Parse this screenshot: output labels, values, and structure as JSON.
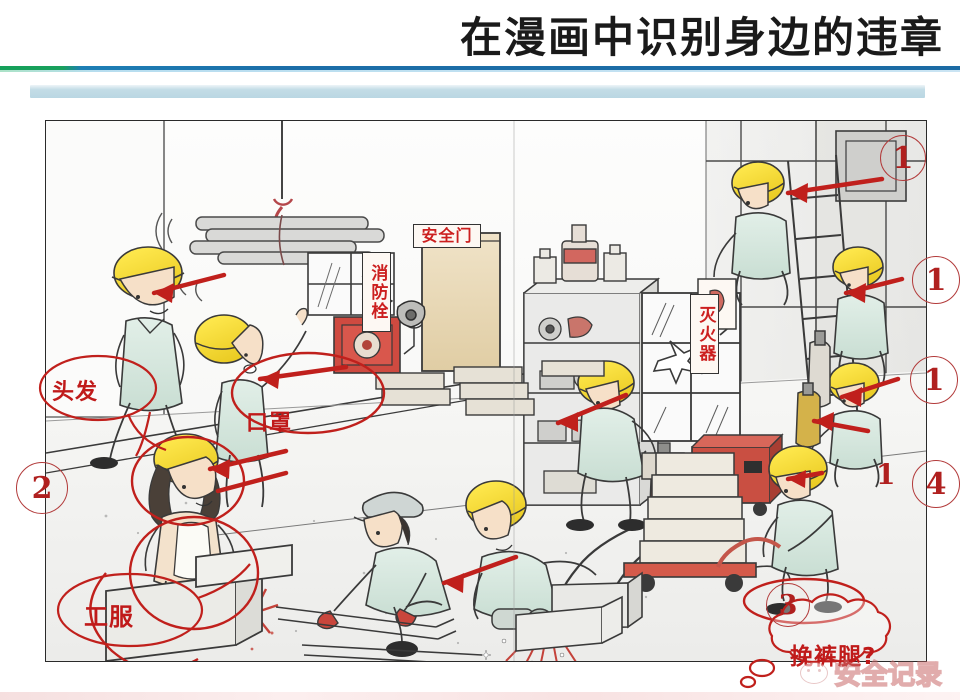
{
  "slide": {
    "title": "在漫画中识别身边的违章",
    "accent_green": "#15a05a",
    "accent_blue": "#1b6ba4",
    "bar_color": "#bad7e3",
    "annotation_red": "#b0201f"
  },
  "illustration": {
    "alt": "workshop-safety-cartoon",
    "signs": [
      {
        "name": "fire-hydrant-sign",
        "text": "消防栓",
        "orientation": "vertical"
      },
      {
        "name": "safety-door-sign",
        "text": "安全门",
        "orientation": "horizontal"
      },
      {
        "name": "fire-extinguisher-sign",
        "text": "灭火器",
        "orientation": "vertical"
      }
    ]
  },
  "annotations": {
    "numbers": [
      {
        "id": "n1a",
        "value": "1",
        "circled": true
      },
      {
        "id": "n1b",
        "value": "1",
        "circled": true
      },
      {
        "id": "n1c",
        "value": "1",
        "circled": true
      },
      {
        "id": "n1d",
        "value": "1",
        "circled": false
      },
      {
        "id": "n2",
        "value": "2",
        "circled": true
      },
      {
        "id": "n3",
        "value": "3",
        "circled": true
      },
      {
        "id": "n4",
        "value": "4",
        "circled": true
      }
    ],
    "labels": [
      {
        "id": "hair",
        "text": "头发"
      },
      {
        "id": "mask",
        "text": "口罩"
      },
      {
        "id": "clothes",
        "text": "工服"
      }
    ],
    "callout": {
      "id": "rolled-pants",
      "text": "挽裤腿?"
    }
  },
  "watermark": {
    "text": "安全记录",
    "icon": "smiley-face-icon"
  },
  "footer": {
    "text": ""
  }
}
